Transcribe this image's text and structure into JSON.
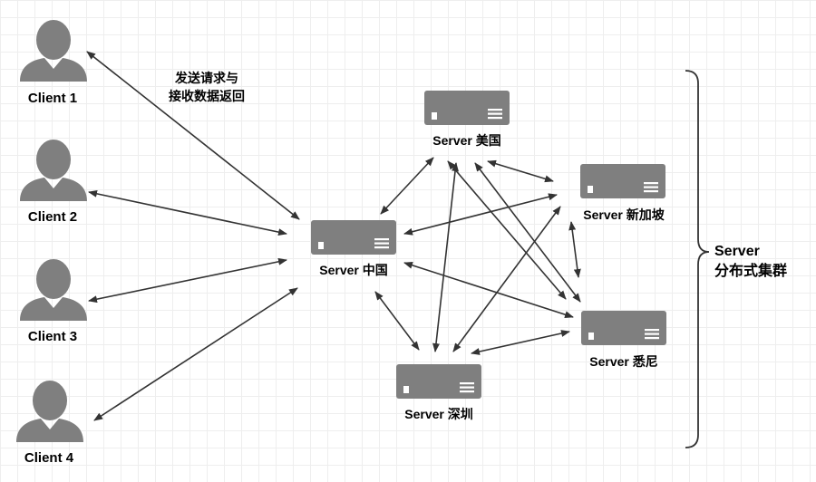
{
  "colors": {
    "icon_fill": "#7f7f7f",
    "edge": "#333333",
    "server_line": "#ffffff"
  },
  "clients": [
    {
      "id": "c1",
      "label": "Client 1"
    },
    {
      "id": "c2",
      "label": "Client 2"
    },
    {
      "id": "c3",
      "label": "Client 3"
    },
    {
      "id": "c4",
      "label": "Client 4"
    }
  ],
  "servers": [
    {
      "id": "cn",
      "label": "Server 中国"
    },
    {
      "id": "us",
      "label": "Server 美国"
    },
    {
      "id": "sg",
      "label": "Server 新加坡"
    },
    {
      "id": "au",
      "label": "Server 悉尼"
    },
    {
      "id": "sz",
      "label": "Server 深圳"
    }
  ],
  "edge_label": {
    "line1": "发送请求与",
    "line2": "接收数据返回"
  },
  "cluster_label": {
    "line1": "Server",
    "line2": "分布式集群"
  },
  "icons": {
    "client": "user-icon",
    "server": "server-icon"
  }
}
